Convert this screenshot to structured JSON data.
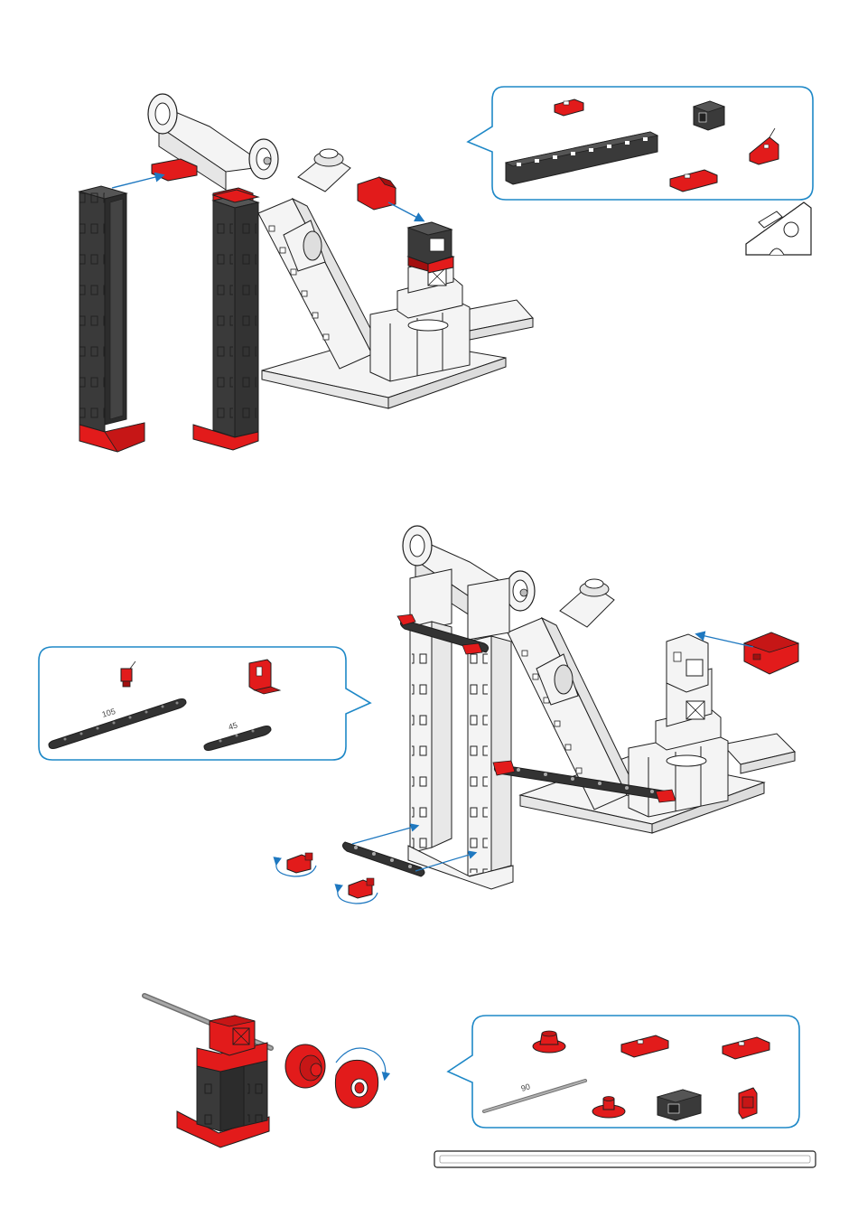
{
  "colors": {
    "red": "#e21b1b",
    "red_dark": "#a30f0f",
    "black": "#3a3a3a",
    "black_dark": "#222222",
    "white_part": "#f4f4f4",
    "outline": "#1e1e1e",
    "callout_border": "#1e88c7",
    "arrow": "#1e78c0",
    "axle": "#8a8a8a"
  },
  "step2": {
    "parts_callout": {
      "lever_105_label": "105",
      "lever_45_label": "45"
    }
  },
  "step3": {
    "parts_callout": {
      "axle_90_label": "90"
    }
  },
  "icons": {
    "rotate": "rotate-arrow-icon",
    "insert": "insert-arrow-icon",
    "wedge_hint": "wedge-outline-icon"
  }
}
